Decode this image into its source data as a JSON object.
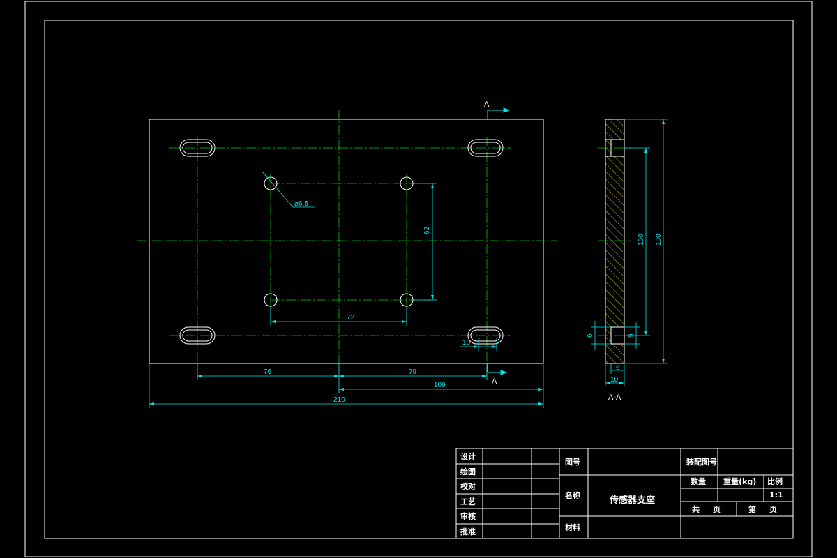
{
  "colors": {
    "background": "#000000",
    "outline": "#ffffff",
    "centerline": "#00cc00",
    "dimension": "#00e5e5",
    "hatch": "#ffff00"
  },
  "drawing": {
    "section_marker": "A",
    "section_title": "A-A",
    "dims": {
      "hole_dia": "⌀6.5",
      "hole_spacing_v": "62",
      "hole_spacing_h": "72",
      "slot_width": "10",
      "left_to_center": "76",
      "center_to_right": "79",
      "center_to_edge": "109",
      "overall_width": "210",
      "side_inner": "100",
      "side_overall": "130",
      "side_small_left": "6",
      "side_small_right": "9",
      "side_thick_6": "6",
      "side_thick_10": "10"
    }
  },
  "title_block": {
    "left_labels": [
      "设计",
      "绘图",
      "校对",
      "工艺",
      "审核",
      "批准"
    ],
    "drawing_no_label": "图号",
    "name_label": "名称",
    "part_name": "传感器支座",
    "material_label": "材料",
    "assembly_no_label": "装配图号",
    "qty_label": "数量",
    "weight_label": "重量(kg)",
    "scale_label": "比例",
    "scale_value": "1:1",
    "total_label": "共",
    "page_label": "页",
    "sheet_label": "第",
    "sheet_page_label": "页"
  }
}
